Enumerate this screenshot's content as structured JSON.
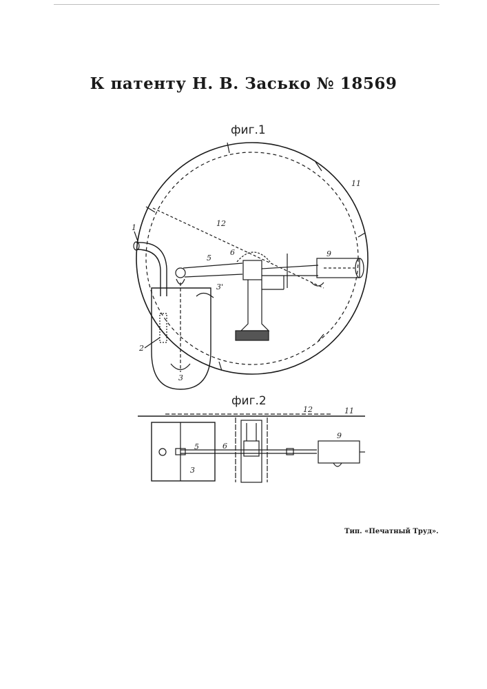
{
  "document": {
    "title": "К патенту Н. В. Засько № 18569",
    "printer_imprint": "Тип. «Печатный Труд».",
    "colors": {
      "ink": "#1a1a1a",
      "paper": "#ffffff"
    }
  },
  "figures": [
    {
      "label": "фиг.1",
      "part_labels": [
        "1",
        "2",
        "3",
        "3'",
        "5",
        "6",
        "9",
        "11",
        "12"
      ]
    },
    {
      "label": "фиг.2",
      "part_labels": [
        "3",
        "5",
        "6",
        "9",
        "11",
        "12"
      ]
    }
  ]
}
